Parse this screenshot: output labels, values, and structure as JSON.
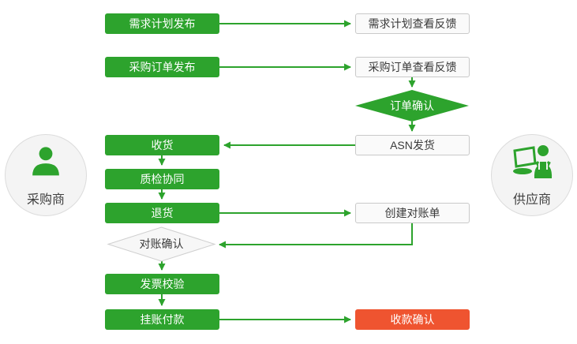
{
  "diagram": {
    "type": "flowchart",
    "theme": "procurement-supplier-collaboration"
  },
  "actors": {
    "buyer": "采购商",
    "supplier": "供应商"
  },
  "nodes": {
    "demand_plan_publish": "需求计划发布",
    "purchase_order_publish": "采购订单发布",
    "receive_goods": "收货",
    "quality_inspection": "质检协同",
    "return_goods": "退货",
    "reconciliation_confirm": "对账确认",
    "invoice_verification": "发票校验",
    "account_payment": "挂账付款",
    "demand_plan_feedback": "需求计划查看反馈",
    "purchase_order_feedback": "采购订单查看反馈",
    "order_confirm": "订单确认",
    "asn_shipment": "ASN发货",
    "create_statement": "创建对账单",
    "payment_confirm": "收款确认"
  },
  "edges": [
    {
      "from": "demand_plan_publish",
      "to": "demand_plan_feedback"
    },
    {
      "from": "purchase_order_publish",
      "to": "purchase_order_feedback"
    },
    {
      "from": "purchase_order_feedback",
      "to": "order_confirm"
    },
    {
      "from": "order_confirm",
      "to": "asn_shipment"
    },
    {
      "from": "asn_shipment",
      "to": "receive_goods"
    },
    {
      "from": "receive_goods",
      "to": "quality_inspection"
    },
    {
      "from": "quality_inspection",
      "to": "return_goods"
    },
    {
      "from": "return_goods",
      "to": "create_statement"
    },
    {
      "from": "create_statement",
      "to": "reconciliation_confirm"
    },
    {
      "from": "reconciliation_confirm",
      "to": "invoice_verification"
    },
    {
      "from": "invoice_verification",
      "to": "account_payment"
    },
    {
      "from": "account_payment",
      "to": "payment_confirm"
    }
  ],
  "colors": {
    "accent_green": "#2da32d",
    "alert_red": "#ef5430",
    "node_light_fill": "#fafafa",
    "node_light_border": "#c9c9c9",
    "text_dark": "#3a3a3a"
  }
}
